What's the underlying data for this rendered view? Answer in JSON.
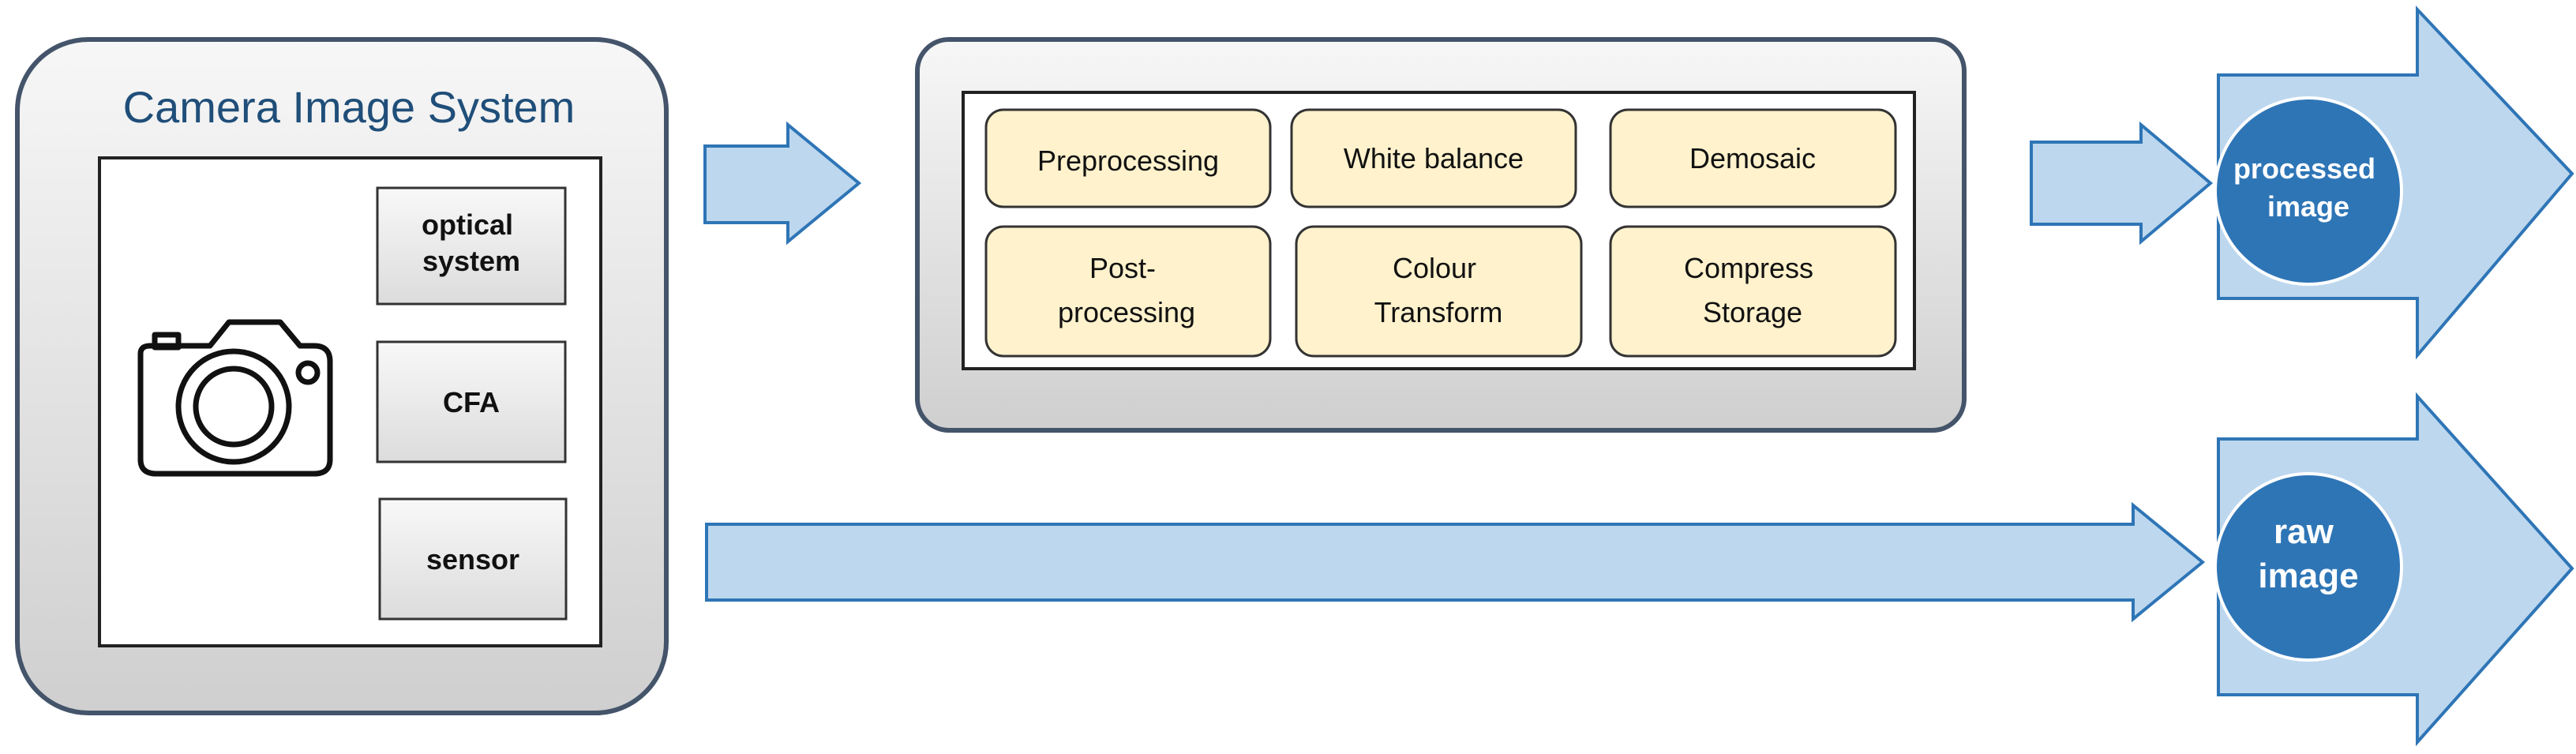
{
  "camera_system": {
    "title": "Camera Image System",
    "components": {
      "optical": [
        "optical",
        "system"
      ],
      "cfa": "CFA",
      "sensor": "sensor"
    }
  },
  "pipeline": {
    "row1": [
      "Preprocessing",
      "White balance",
      "Demosaic"
    ],
    "row2": [
      [
        "Post-",
        "processing"
      ],
      [
        "Colour",
        "Transform"
      ],
      [
        "Compress",
        "Storage"
      ]
    ]
  },
  "outputs": {
    "processed": [
      "processed",
      "image"
    ],
    "raw": [
      "raw",
      "image"
    ]
  },
  "colors": {
    "arrow_fill": "#bdd7ee",
    "arrow_stroke": "#2e75b6",
    "circle_fill": "#2e75b6",
    "stage_fill": "#fff2cc",
    "title_color": "#1f4e79",
    "frame_stroke": "#44546a"
  }
}
